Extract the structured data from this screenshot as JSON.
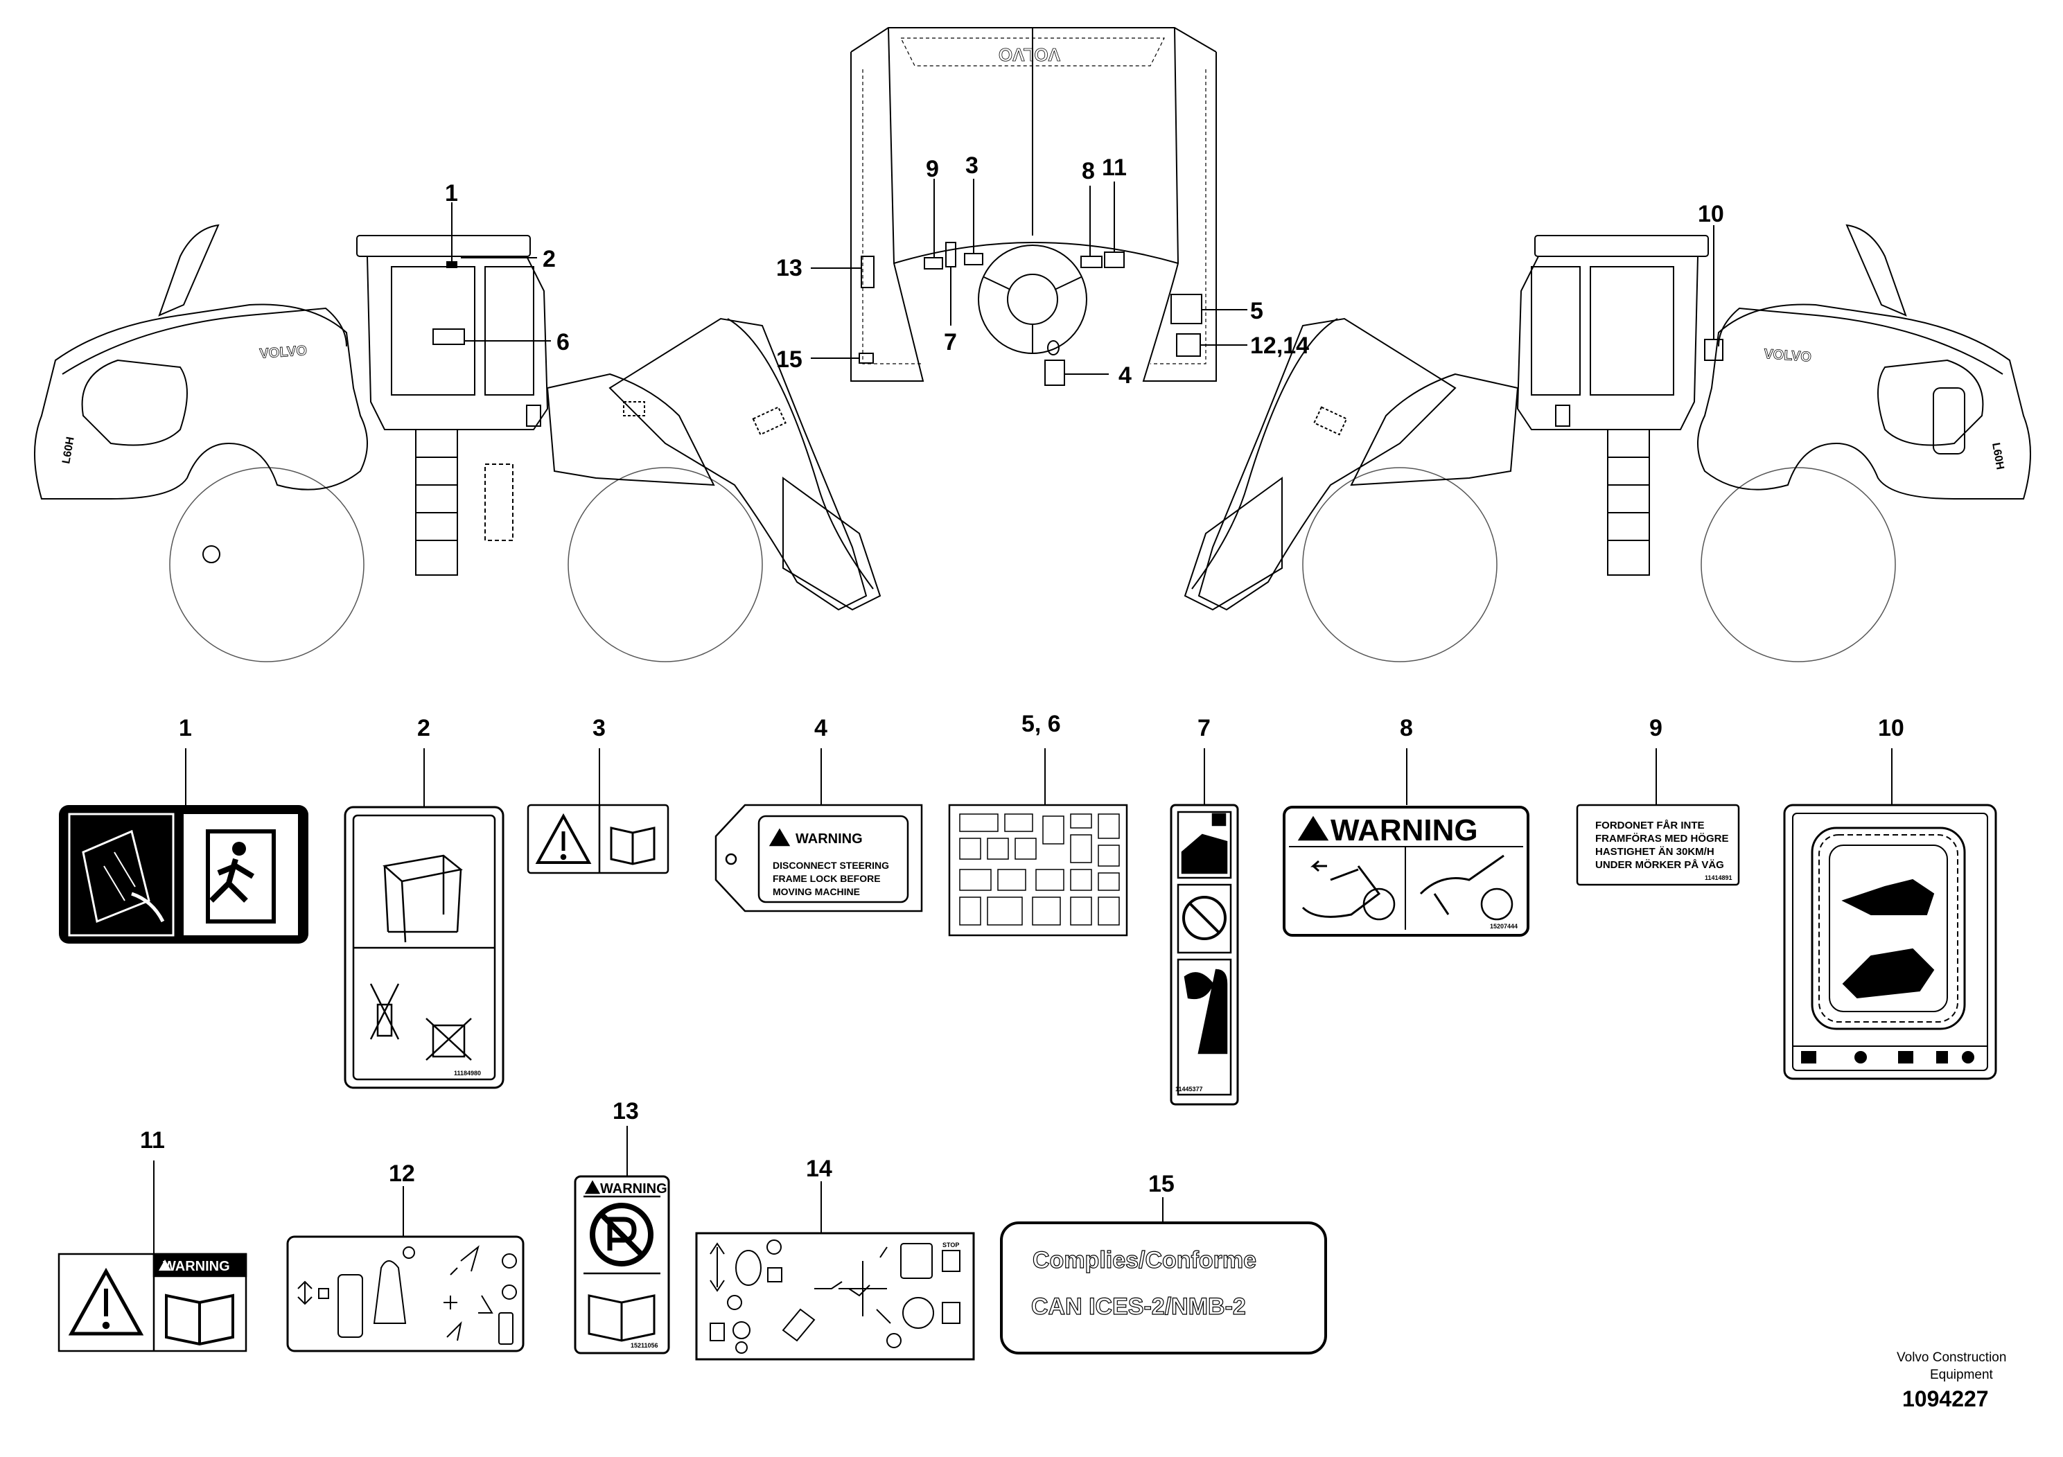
{
  "callouts": {
    "n1": "1",
    "n2": "2",
    "n3": "3",
    "n4": "4",
    "n5": "5",
    "n6": "6",
    "n7": "7",
    "n8": "8",
    "n9": "9",
    "n10": "10",
    "n11": "11",
    "n12_14": "12,14",
    "n13": "13",
    "n15": "15"
  },
  "decal_labels": {
    "d1": "1",
    "d2": "2",
    "d3": "3",
    "d4": "4",
    "d5_6": "5, 6",
    "d7": "7",
    "d8": "8",
    "d9": "9",
    "d10": "10",
    "d11": "11",
    "d12": "12",
    "d13": "13",
    "d14": "14",
    "d15": "15"
  },
  "machine": {
    "brand_mark": "VOLVO",
    "model_badge": "L60H",
    "dash_brand_mark": "VOLVO"
  },
  "decal_4": {
    "heading": "WARNING",
    "line1": "DISCONNECT STEERING",
    "line2": "FRAME LOCK BEFORE",
    "line3": "MOVING MACHINE"
  },
  "decal_8": {
    "heading": "WARNING",
    "part_no": "15207444"
  },
  "decal_9": {
    "line1": "FORDONET FÅR INTE",
    "line2": "FRAMFÖRAS MED HÖGRE",
    "line3": "HASTIGHET ÄN 30KM/H",
    "line4": "UNDER MÖRKER PÅ VÄG",
    "part_no": "11414891"
  },
  "decal_2": {
    "part_no": "11184980"
  },
  "decal_7": {
    "part_no": "11445377"
  },
  "decal_11": {
    "heading": "WARNING"
  },
  "decal_13": {
    "heading": "WARNING",
    "part_no": "15211056"
  },
  "decal_14": {
    "stop": "STOP"
  },
  "decal_15": {
    "line1": "Complies/Conforme",
    "line2": "CAN ICES-2/NMB-2"
  },
  "footer": {
    "line1": "Volvo Construction",
    "line2": "Equipment",
    "number": "1094227"
  }
}
